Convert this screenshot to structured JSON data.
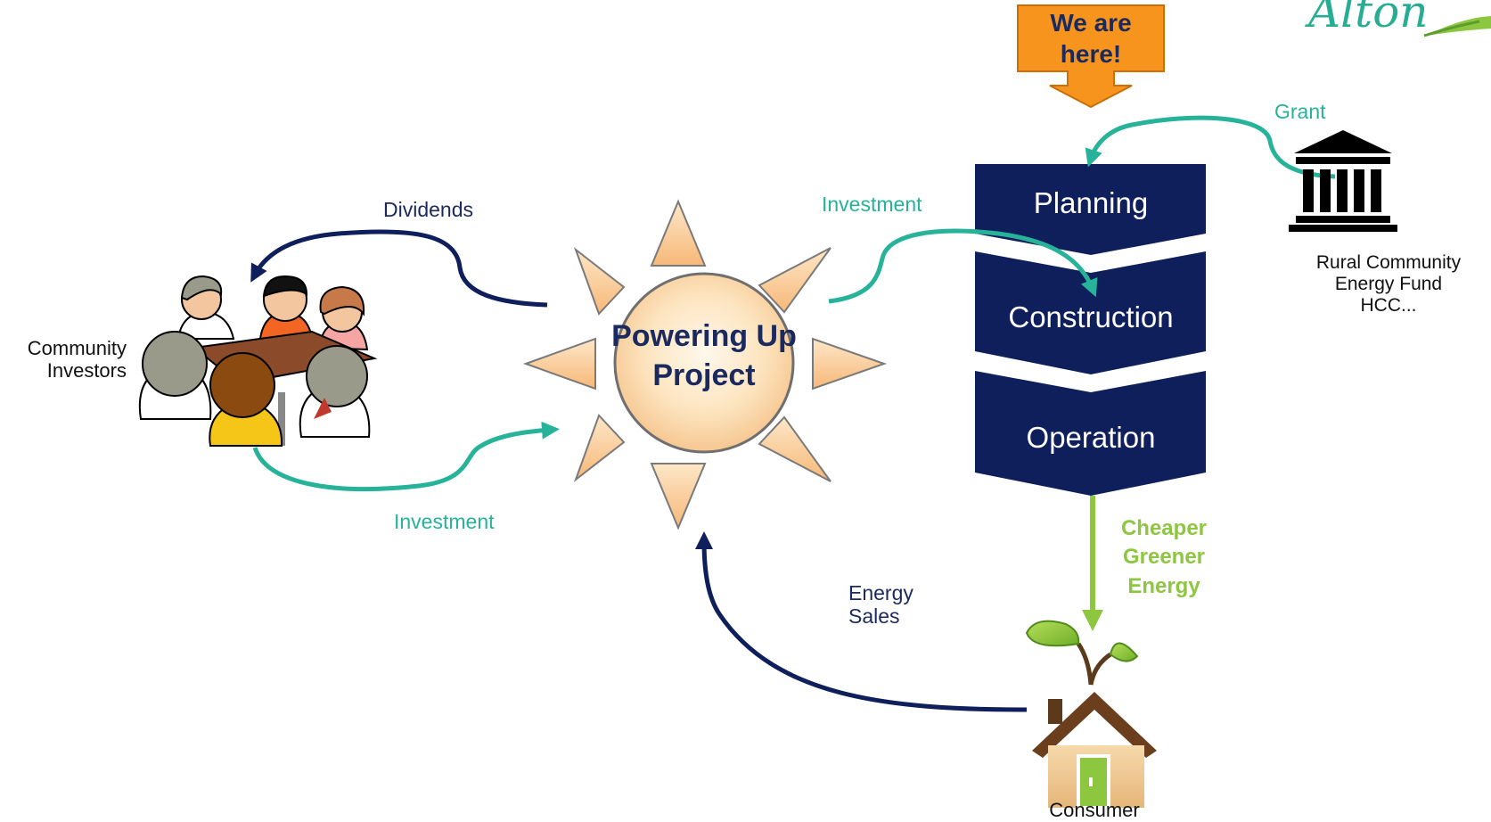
{
  "logo": {
    "text": "Alton"
  },
  "callout": {
    "line1": "We are",
    "line2": "here!"
  },
  "stages": [
    "Planning",
    "Construction",
    "Operation"
  ],
  "center": {
    "line1": "Powering Up",
    "line2": "Project"
  },
  "labels": {
    "dividends": "Dividends",
    "investment_left": "Investment",
    "investment_top": "Investment",
    "grant": "Grant",
    "energy_sales_1": "Energy",
    "energy_sales_2": "Sales",
    "cheaper_1": "Cheaper",
    "cheaper_2": "Greener",
    "cheaper_3": "Energy"
  },
  "actors": {
    "investors_1": "Community",
    "investors_2": "Investors",
    "fund_1": "Rural Community",
    "fund_2": "Energy Fund",
    "fund_3": "HCC...",
    "consumer": "Consumer"
  },
  "colors": {
    "navy": "#0e1f5b",
    "teal": "#26b39a",
    "green": "#8dc63f",
    "orange": "#f7941d",
    "sun_ray": "#f9c98e"
  }
}
